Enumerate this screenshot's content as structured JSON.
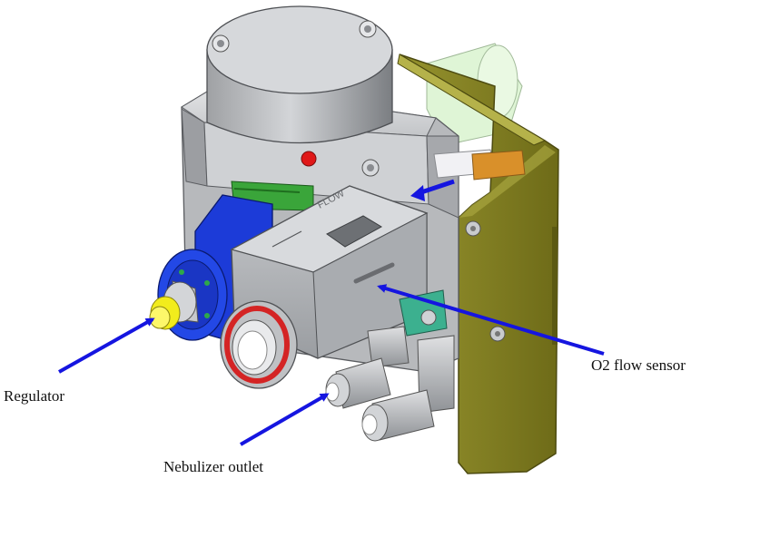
{
  "diagram": {
    "callouts": [
      {
        "id": "regulator",
        "label": "Regulator"
      },
      {
        "id": "nebulizer",
        "label": "Nebulizer outlet"
      },
      {
        "id": "o2",
        "label": "O2 flow sensor"
      }
    ],
    "sensor_engraving": "FLOW",
    "colors": {
      "arrow": "#1515e0",
      "bracket": "#7d7a1c",
      "regulator_body": "#1c3bd8",
      "regulator_fitting": "#f2ec1c",
      "green_board": "#3aa53a",
      "orange_pad": "#d9902a",
      "red_marker": "#e01818",
      "red_seal": "#d42424",
      "mint_block": "#dff5d6"
    }
  }
}
